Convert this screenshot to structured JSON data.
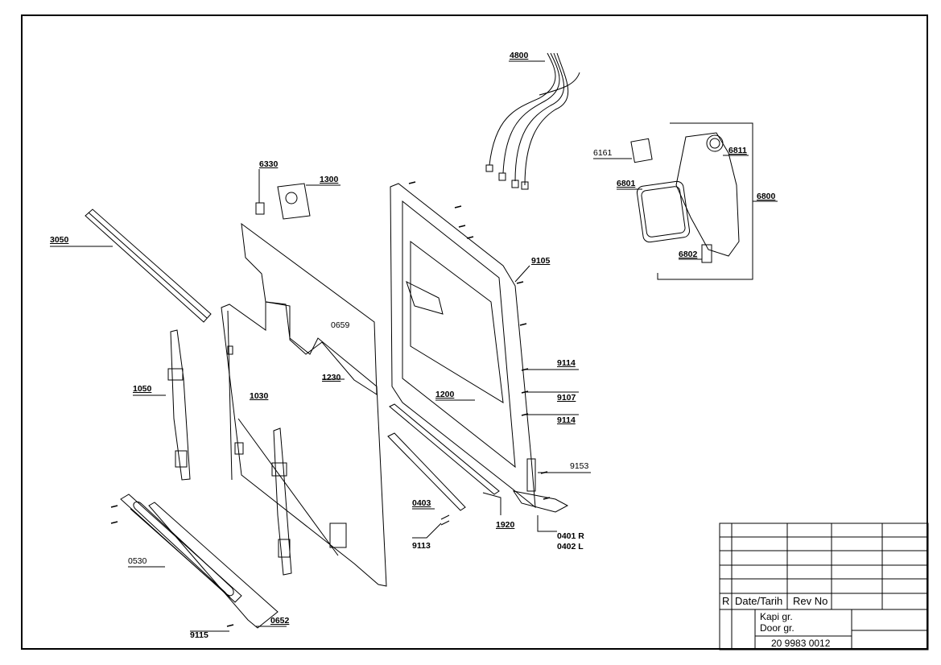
{
  "labels": {
    "l4800": "4800",
    "l6161": "6161",
    "l6811": "6811",
    "l6801": "6801",
    "l6800": "6800",
    "l6802": "6802",
    "l6330": "6330",
    "l1300": "1300",
    "l3050": "3050",
    "l9105": "9105",
    "l0659": "0659",
    "l1230": "1230",
    "l1030": "1030",
    "l1050": "1050",
    "l1200": "1200",
    "l9114a": "9114",
    "l9107": "9107",
    "l9114b": "9114",
    "l9153": "9153",
    "l0403": "0403",
    "l1920": "1920",
    "l0401": "0401 R",
    "l0402": "0402 L",
    "l9113": "9113",
    "l0530": "0530",
    "l0652": "0652",
    "l9115": "9115"
  },
  "title_block": {
    "rev_letter": "R",
    "date_label": "Date/Tarih",
    "rev_no_label": "Rev No",
    "name_tr": "Kapi gr.",
    "name_en": "Door gr.",
    "part_number": "20 9983 0012"
  }
}
